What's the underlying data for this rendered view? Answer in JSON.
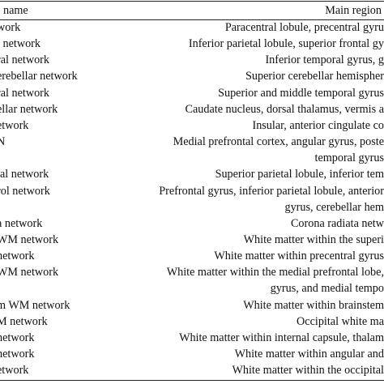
{
  "header": {
    "col1": "name",
    "col2": "Main region"
  },
  "rows": [
    {
      "name": "work",
      "region": "Paracentral lobule, precentral gyru"
    },
    {
      "name": "t network",
      "region": "Inferior parietal lobule, superior frontal gy"
    },
    {
      "name": "ral network",
      "region": "Inferior temporal gyrus, g"
    },
    {
      "name": "erebellar network",
      "region": "Superior cerebellar hemispher"
    },
    {
      "name": "ral network",
      "region": "Superior and middle temporal gyrus"
    },
    {
      "name": "ellar network",
      "region": "Caudate nucleus, dorsal thalamus, vermis a"
    },
    {
      "name": "etwork",
      "region": "Insular, anterior cingulate co"
    },
    {
      "name": "N",
      "region": "Medial prefrontal cortex, angular gyrus, poste"
    },
    {
      "name": "",
      "region": "temporal gyrus"
    },
    {
      "name": "tal network",
      "region": "Superior parietal lobule, inferior tem"
    },
    {
      "name": "rol network",
      "region": "Prefrontal gyrus, inferior parietal lobule, anterior"
    },
    {
      "name": "",
      "region": "gyrus, cerebellar hem"
    },
    {
      "name": "a network",
      "region": "Corona radiata netw"
    },
    {
      "name": "WM network",
      "region": "White matter within the superi"
    },
    {
      "name": "network",
      "region": "White matter within precentral gyrus"
    },
    {
      "name": "WM network",
      "region": "White matter within the medial prefrontal lobe,"
    },
    {
      "name": "",
      "region": "gyrus, and medial tempo"
    },
    {
      "name": "m WM network",
      "region": "White matter within brainstem"
    },
    {
      "name": "M network",
      "region": "Occipital white ma"
    },
    {
      "name": "network",
      "region": "White matter within internal capsule, thalam"
    },
    {
      "name": "network",
      "region": "White matter within angular and"
    },
    {
      "name": "etwork",
      "region": "White matter within the occipital"
    }
  ]
}
